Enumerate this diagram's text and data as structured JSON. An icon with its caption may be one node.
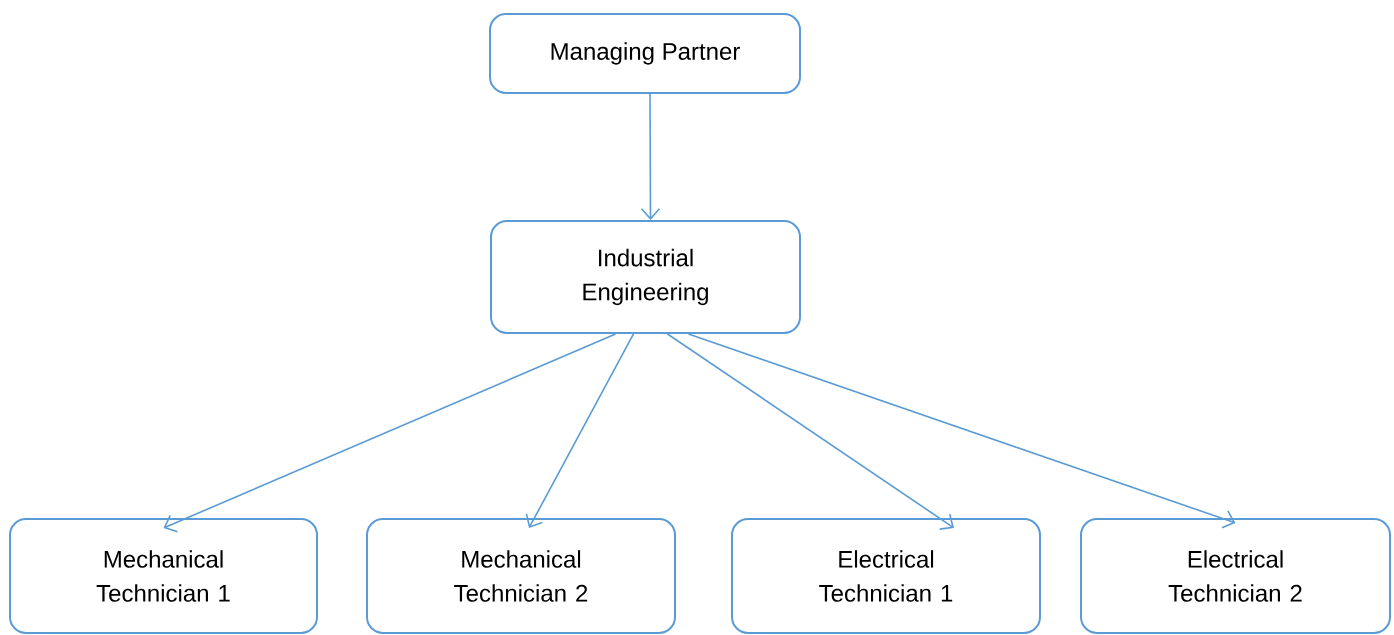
{
  "diagram": {
    "nodes": [
      {
        "text": [
          "Managing Partner"
        ]
      },
      {
        "text": [
          "Industrial Engineering"
        ]
      },
      {
        "text": [
          "Mechanical Technician 1"
        ]
      },
      {
        "text": [
          "Mechanical Technician 2"
        ]
      },
      {
        "text": [
          "Electrical Technician 1"
        ]
      },
      {
        "text": [
          "Electrical Technician 2"
        ]
      }
    ],
    "edges": [
      {
        "from": 0,
        "to": 1,
        "arrow": "to"
      },
      {
        "from": 1,
        "to": 2,
        "arrow": "to"
      },
      {
        "from": 1,
        "to": 3,
        "arrow": "to"
      },
      {
        "from": 1,
        "to": 4,
        "arrow": "to"
      },
      {
        "from": 1,
        "to": 5,
        "arrow": "to"
      }
    ]
  }
}
